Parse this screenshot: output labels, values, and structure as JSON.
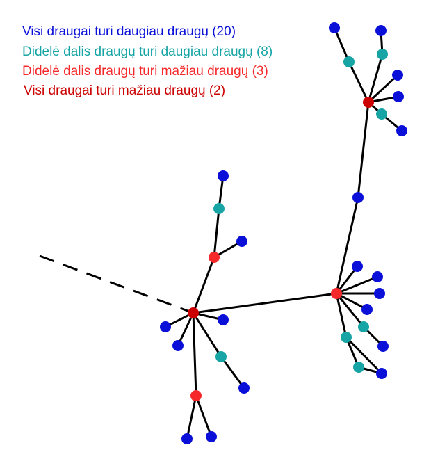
{
  "colors": {
    "all_more": "#0a10d8",
    "mostly_more": "#17a4a4",
    "mostly_fewer": "#f5282a",
    "all_fewer": "#cc0000",
    "edge": "#000000"
  },
  "legend": [
    {
      "text": "Visi draugai turi daugiau draugų (20)",
      "color": "#0a10d8"
    },
    {
      "text": "Didelė dalis draugų turi daugiau draugų (8)",
      "color": "#17a4a4"
    },
    {
      "text": "Didelė dalis draugų turi mažiau draugų (3)",
      "color": "#f5282a"
    },
    {
      "text": "Visi draugai turi mažiau draugų (2)",
      "color": "#cc0000"
    }
  ],
  "node_types": {
    "hub1": "all_fewer",
    "hub2": "mostly_fewer",
    "hub3": "all_fewer",
    "r1": "mostly_fewer",
    "r2": "mostly_fewer",
    "b1": "all_more",
    "b2": "all_more",
    "b3": "all_more",
    "b4": "all_more",
    "b5": "all_more",
    "b6": "all_more",
    "b7": "all_more",
    "b8": "all_more",
    "b9": "all_more",
    "b10": "all_more",
    "b11": "all_more",
    "b12": "all_more",
    "b13": "all_more",
    "b14": "all_more",
    "b15": "all_more",
    "b16": "all_more",
    "b17": "all_more",
    "b18": "all_more",
    "b19": "all_more",
    "b20": "all_more",
    "t1": "mostly_more",
    "t2": "mostly_more",
    "t3": "mostly_more",
    "t4": "mostly_more",
    "t5": "mostly_more",
    "t6": "mostly_more",
    "t7": "mostly_more",
    "t8": "mostly_more"
  },
  "edges": [
    [
      "hub1",
      "hub2"
    ],
    [
      "hub2",
      "b1"
    ],
    [
      "hub2",
      "hub3"
    ],
    [
      "hub3",
      "t1"
    ],
    [
      "t1",
      "b2"
    ],
    [
      "hub3",
      "b3"
    ],
    [
      "hub3",
      "t2"
    ],
    [
      "t2",
      "b4"
    ],
    [
      "hub3",
      "b5"
    ],
    [
      "hub3",
      "b6"
    ],
    [
      "hub3",
      "t3"
    ],
    [
      "t3",
      "b7"
    ],
    [
      "hub2",
      "b8"
    ],
    [
      "hub2",
      "b9"
    ],
    [
      "hub2",
      "b10"
    ],
    [
      "hub2",
      "b11"
    ],
    [
      "hub2",
      "t4"
    ],
    [
      "t4",
      "b12"
    ],
    [
      "hub2",
      "t5"
    ],
    [
      "t5",
      "t6"
    ],
    [
      "t6",
      "b13"
    ],
    [
      "hub1",
      "r1"
    ],
    [
      "r1",
      "b14"
    ],
    [
      "r1",
      "t7"
    ],
    [
      "t7",
      "b15"
    ],
    [
      "hub1",
      "b16"
    ],
    [
      "hub1",
      "b17"
    ],
    [
      "hub1",
      "b18"
    ],
    [
      "hub1",
      "t8"
    ],
    [
      "t8",
      "b19"
    ],
    [
      "hub1",
      "r2"
    ],
    [
      "r2",
      "b20"
    ],
    [
      "r2",
      "b21"
    ]
  ],
  "dashed_edges": [
    [
      "dash_start",
      "hub1"
    ]
  ]
}
